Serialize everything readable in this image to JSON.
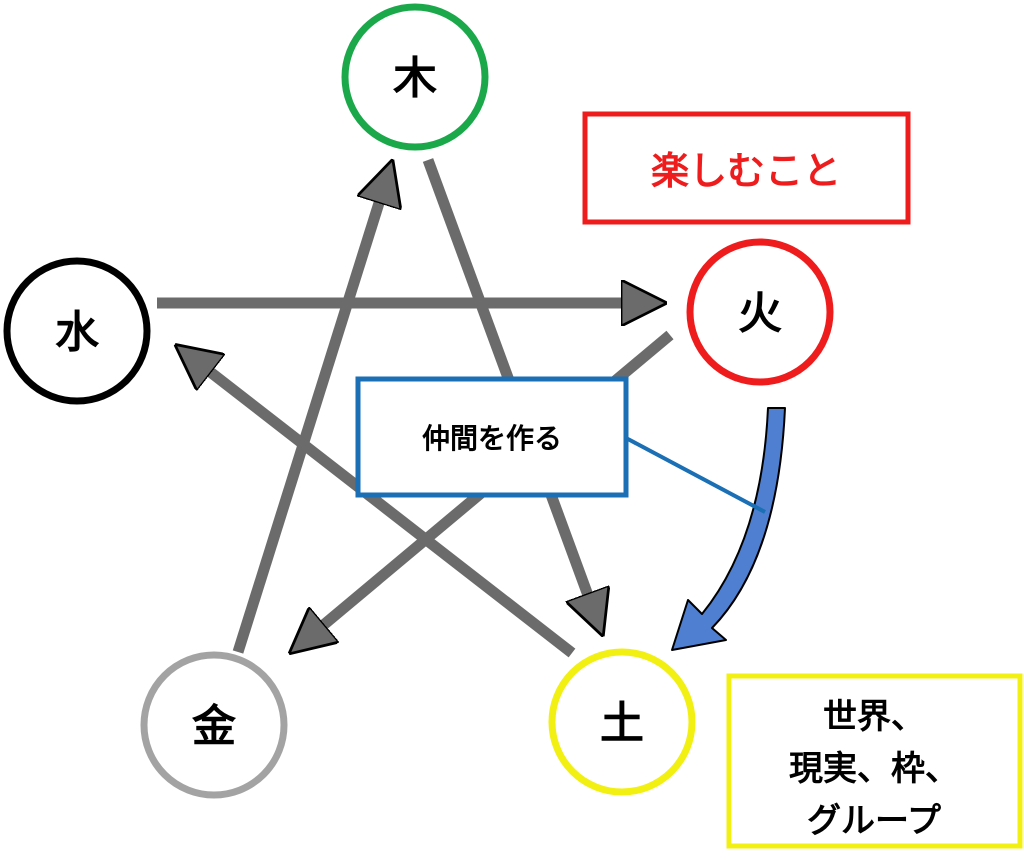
{
  "nodes": {
    "wood": {
      "label": "木",
      "color": "#1aa84a"
    },
    "fire": {
      "label": "火",
      "color": "#ee1c1c"
    },
    "earth": {
      "label": "土",
      "color": "#f2ef12"
    },
    "metal": {
      "label": "金",
      "color": "#a3a3a3"
    },
    "water": {
      "label": "水",
      "color": "#000000"
    }
  },
  "boxes": {
    "enjoy": {
      "text": "楽しむこと",
      "border_color": "#ee1c1c",
      "text_color": "#ee1c1c"
    },
    "friends": {
      "text": "仲間を作る",
      "border_color": "#1a6fb5",
      "text_color": "#000000"
    },
    "world": {
      "lines": [
        "世界、",
        "現実、枠、",
        "グループ"
      ],
      "border_color": "#f2ef12",
      "text_color": "#000000"
    }
  },
  "colors": {
    "arrow_gray": "#6b6b6b",
    "arrow_blue": "#4f7fd0",
    "connector_blue": "#1a6fb5"
  }
}
